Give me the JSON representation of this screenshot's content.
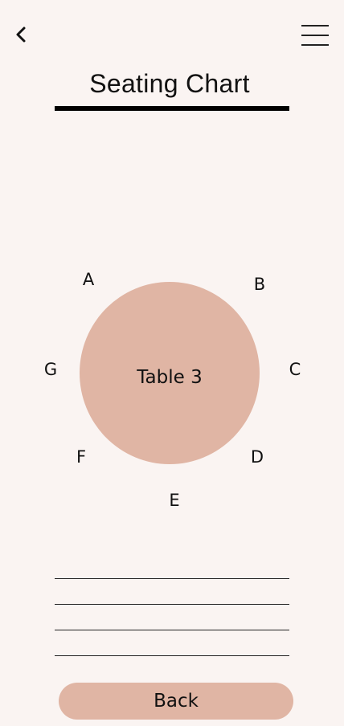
{
  "header": {
    "back_icon": "chevron-left-icon",
    "menu_icon": "hamburger-menu-icon",
    "title": "Seating Chart"
  },
  "table": {
    "label": "Table 3",
    "color": "#e0b5a4"
  },
  "seats": {
    "a": "A",
    "b": "B",
    "c": "C",
    "d": "D",
    "e": "E",
    "f": "F",
    "g": "G"
  },
  "guest_lines": {
    "count": 4
  },
  "footer": {
    "back_label": "Back",
    "button_color": "#e0b5a4"
  },
  "colors": {
    "background": "#faf4f2",
    "text": "#111111"
  }
}
